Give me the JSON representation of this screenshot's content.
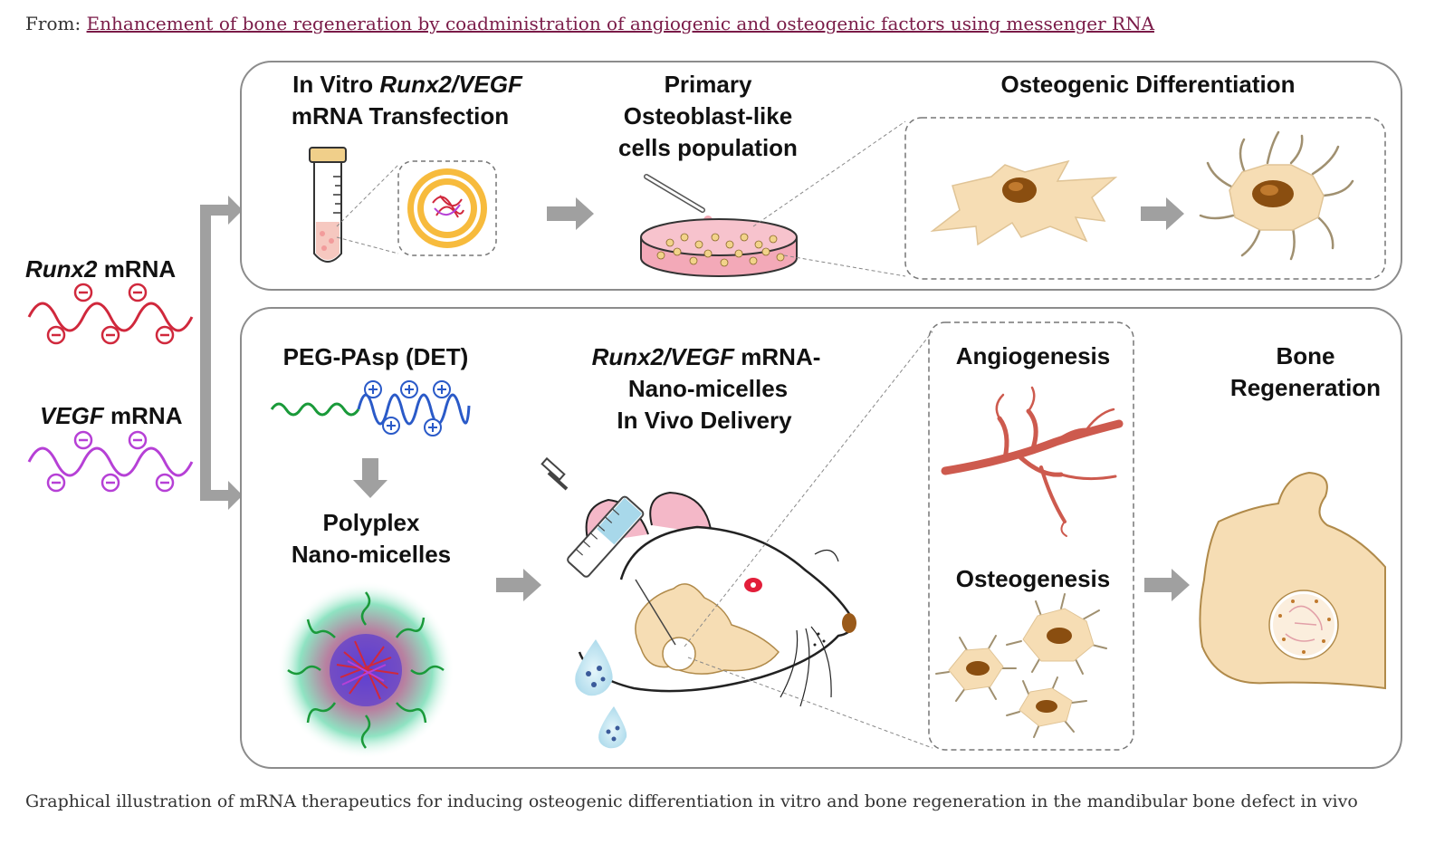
{
  "header": {
    "from_label": "From:",
    "article_link": "Enhancement of bone regeneration by coadministration of angiogenic and osteogenic factors using messenger RNA"
  },
  "caption": "Graphical illustration of mRNA therapeutics for inducing osteogenic differentiation in vitro and bone regeneration in the mandibular bone defect in vivo",
  "figure": {
    "runx2_label_italic": "Runx2",
    "runx2_label_rest": " mRNA",
    "vegf_label_italic": "VEGF",
    "vegf_label_rest": " mRNA",
    "top_panel": {
      "invitro_line1_plain": "In Vitro ",
      "invitro_line1_italic": "Runx2/VEGF",
      "invitro_line2": "mRNA Transfection",
      "primary_line1": "Primary",
      "primary_line2": "Osteoblast-like",
      "primary_line3": "cells population",
      "osteo_diff": "Osteogenic Differentiation"
    },
    "bottom_panel": {
      "peg": "PEG-PAsp (DET)",
      "polyplex_line1": "Polyplex",
      "polyplex_line2": "Nano-micelles",
      "delivery_line1_italic": "Runx2/VEGF",
      "delivery_line1_rest": " mRNA-",
      "delivery_line2": "Nano-micelles",
      "delivery_line3": "In Vivo Delivery",
      "angiogenesis": "Angiogenesis",
      "osteogenesis": "Osteogenesis",
      "bone_line1": "Bone",
      "bone_line2": "Regeneration"
    },
    "colors": {
      "runx2": "#d0283c",
      "vegf": "#b640d6",
      "arrow": "#a0a0a0",
      "cell_fill": "#f6ddb4",
      "nucleus": "#8a4e10",
      "vessel": "#cd5a4e",
      "peg_green": "#1a9a3a",
      "pasp_blue": "#2a5ac8"
    }
  }
}
